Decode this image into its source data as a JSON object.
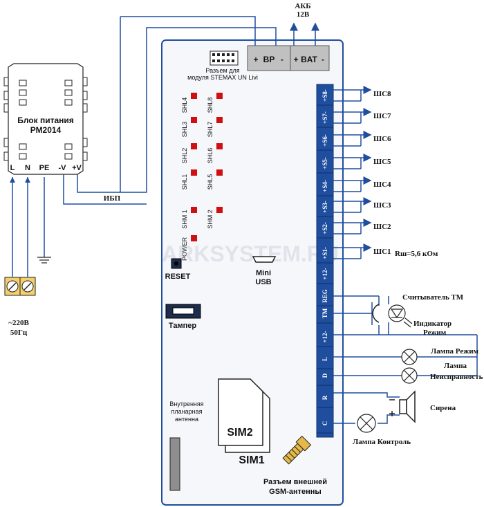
{
  "battery": {
    "line1": "АКБ",
    "line2": "12В"
  },
  "connector": {
    "line1": "Разъем для",
    "line2": "модуля STEMAX UN Livi"
  },
  "bp_terminal": {
    "plus": "+",
    "label": "BP",
    "minus": "-"
  },
  "bat_terminal": {
    "plus": "+",
    "label": "BAT",
    "minus": "-"
  },
  "psu": {
    "line1": "Блок питания",
    "line2": "РМ2014",
    "pins": [
      "L",
      "N",
      "PE",
      "-V",
      "+V"
    ]
  },
  "ibp_label": "ИБП",
  "mains": {
    "line1": "~220В",
    "line2": "50Гц"
  },
  "leds": {
    "left": [
      "SHL4",
      "SHL3",
      "SHL2",
      "SHL1",
      "SHM 1",
      "POWER"
    ],
    "right": [
      "SHL8",
      "SHL7",
      "SHL6",
      "SHL5",
      "SHM 2"
    ]
  },
  "reset_label": "RESET",
  "usb": {
    "line1": "Mini",
    "line2": "USB"
  },
  "tamper_label": "Тампер",
  "watermark": "ARKSYSTEM.RU",
  "antenna_internal": {
    "line1": "Внутренняя",
    "line2": "планарная",
    "line3": "антенна"
  },
  "sim": {
    "sim2": "SIM2",
    "sim1": "SIM1"
  },
  "gsm": {
    "line1": "Разъем внешней",
    "line2": "GSM-антенны"
  },
  "terminals": [
    "+S8-",
    "+S7-",
    "+S6-",
    "+S5-",
    "+S4-",
    "+S3-",
    "+S2-",
    "+S1-",
    "+12-",
    "REG",
    "TM",
    "+12-",
    "L",
    "D",
    "R",
    "C"
  ],
  "zones": [
    "ШС8",
    "ШС7",
    "ШС6",
    "ШС5",
    "ШС4",
    "ШС3",
    "ШС2",
    "ШС1"
  ],
  "resistor_note": "Rш=5,6 кОм",
  "devices": {
    "reader": "Считыватель ТМ",
    "indicator_line1": "Индикатор",
    "indicator_line2": "Режим",
    "lamp_mode": "Лампа Режим",
    "lamp_fault_line1": "Лампа",
    "lamp_fault_line2": "Неисправность",
    "siren": "Сирена",
    "lamp_control": "Лампа Контроль"
  },
  "colors": {
    "accent": "#1f4e9e",
    "led": "#d01010",
    "terminal": "#c0c0c0",
    "board": "#f5f7fb",
    "screw": "#f4cf6b",
    "gsm": "#e5b84a"
  }
}
